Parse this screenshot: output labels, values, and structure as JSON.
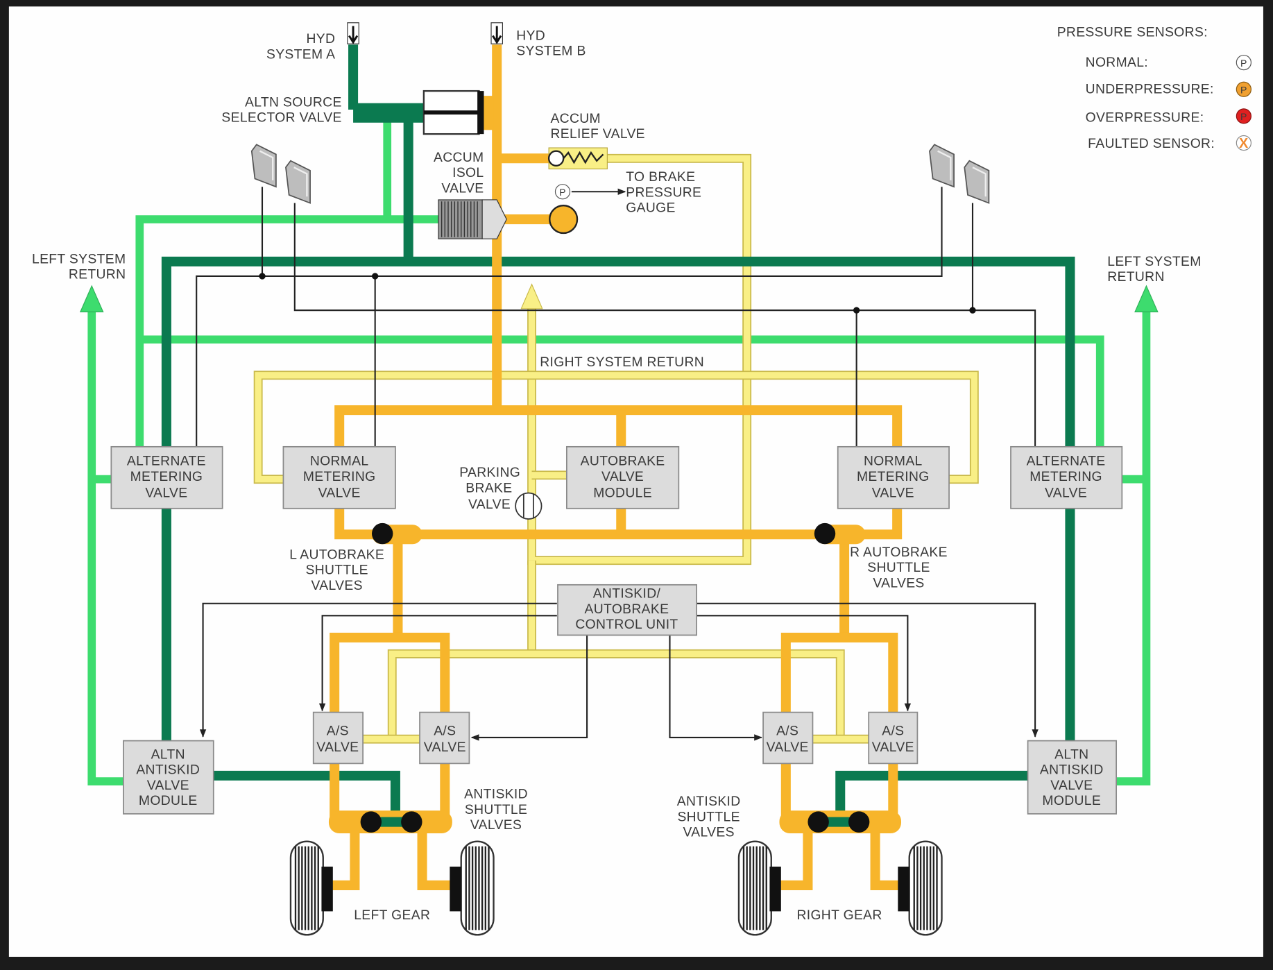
{
  "colors": {
    "system_a_pressure": "#0b7a50",
    "return_line": "#3ddc6e",
    "system_b_pressure": "#f7b52b",
    "metered_pressure": "#f9ef86",
    "component_box": "#dcdcdc",
    "sensor_underpressure": "#f0a030",
    "sensor_overpressure": "#e02020",
    "sensor_faulted": "#f08a30"
  },
  "labels": {
    "hyd_a": [
      "HYD",
      "SYSTEM A"
    ],
    "hyd_b": [
      "HYD",
      "SYSTEM B"
    ],
    "altn_source": [
      "ALTN SOURCE",
      "SELECTOR VALVE"
    ],
    "accum_relief": [
      "ACCUM",
      "RELIEF VALVE"
    ],
    "accum_isol": [
      "ACCUM",
      "ISOL",
      "VALVE"
    ],
    "to_brake_gauge": [
      "TO BRAKE",
      "PRESSURE",
      "GAUGE"
    ],
    "left_return_l": [
      "LEFT SYSTEM",
      "RETURN"
    ],
    "left_return_r": [
      "LEFT SYSTEM",
      "RETURN"
    ],
    "right_return": "RIGHT SYSTEM RETURN",
    "parking_brake": [
      "PARKING",
      "BRAKE",
      "VALVE"
    ],
    "l_autobrake_shuttle": [
      "L AUTOBRAKE",
      "SHUTTLE",
      "VALVES"
    ],
    "r_autobrake_shuttle": [
      "R AUTOBRAKE",
      "SHUTTLE",
      "VALVES"
    ],
    "antiskid_shuttle_l": [
      "ANTISKID",
      "SHUTTLE",
      "VALVES"
    ],
    "antiskid_shuttle_r": [
      "ANTISKID",
      "SHUTTLE",
      "VALVES"
    ],
    "left_gear": "LEFT GEAR",
    "right_gear": "RIGHT GEAR"
  },
  "boxes": {
    "alt_metering_l": [
      "ALTERNATE",
      "METERING",
      "VALVE"
    ],
    "normal_metering_l": [
      "NORMAL",
      "METERING",
      "VALVE"
    ],
    "autobrake_module": [
      "AUTOBRAKE",
      "VALVE",
      "MODULE"
    ],
    "normal_metering_r": [
      "NORMAL",
      "METERING",
      "VALVE"
    ],
    "alt_metering_r": [
      "ALTERNATE",
      "METERING",
      "VALVE"
    ],
    "control_unit": [
      "ANTISKID/",
      "AUTOBRAKE",
      "CONTROL UNIT"
    ],
    "as_valve": [
      "A/S",
      "VALVE"
    ],
    "altn_antiskid_l": [
      "ALTN",
      "ANTISKID",
      "VALVE",
      "MODULE"
    ],
    "altn_antiskid_r": [
      "ALTN",
      "ANTISKID",
      "VALVE",
      "MODULE"
    ]
  },
  "legend": {
    "title": "PRESSURE SENSORS:",
    "items": [
      {
        "label": "NORMAL:",
        "icon": "sensor-normal-icon",
        "glyph": "P"
      },
      {
        "label": "UNDERPRESSURE:",
        "icon": "sensor-underpressure-icon",
        "glyph": "P"
      },
      {
        "label": "OVERPRESSURE:",
        "icon": "sensor-overpressure-icon",
        "glyph": "P"
      },
      {
        "label": "FAULTED SENSOR:",
        "icon": "sensor-faulted-icon",
        "glyph": "X"
      }
    ]
  },
  "gauge_sensor_glyph": "P"
}
